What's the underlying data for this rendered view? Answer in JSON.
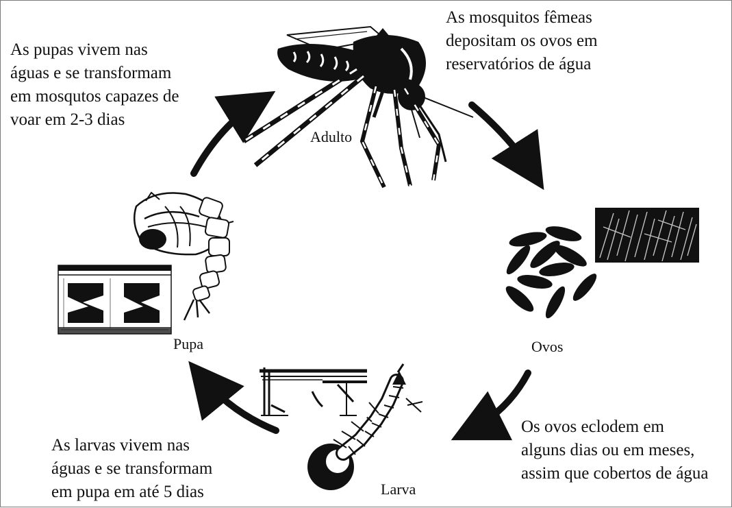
{
  "stages": {
    "adult": "Adulto",
    "eggs": "Ovos",
    "larva": "Larva",
    "pupa": "Pupa"
  },
  "notes": {
    "pupae": [
      "As pupas vivem nas",
      "águas e se transformam",
      "em mosqutos capazes de",
      "voar em 2-3 dias"
    ],
    "females": [
      "As mosquitos fêmeas",
      "depositam os ovos em",
      "reservatórios de água"
    ],
    "eggs_hatch": [
      "Os ovos eclodem em",
      "alguns dias ou em meses,",
      "assim que cobertos de água"
    ],
    "larvae": [
      "As larvas vivem nas",
      "águas e se transformam",
      "em pupa em até 5 dias"
    ]
  },
  "colors": {
    "ink": "#111111",
    "frame": "#7a7a7a",
    "background": "#ffffff"
  },
  "icons": [
    "mosquito-adult-illustration",
    "egg-cluster-illustration",
    "egg-photo-texture",
    "larva-illustration",
    "larva-in-water-sketch",
    "pupa-illustration",
    "pupa-in-water-sketch"
  ]
}
